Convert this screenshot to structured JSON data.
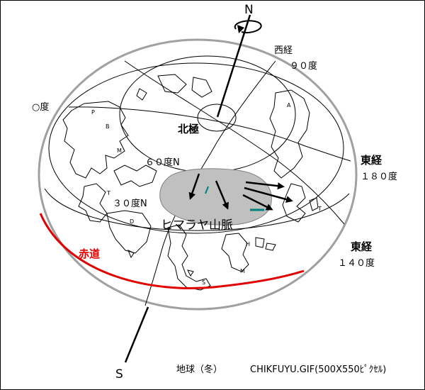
{
  "labels": {
    "north": "N",
    "south": "S",
    "west_longitude": "西経",
    "west_longitude_value": "９０度",
    "prime_meridian": "○度",
    "north_pole": "北極",
    "lat60": "６０度N",
    "lat30": "３０度N",
    "himalaya": "ヒマラヤ山脈",
    "east_longitude": "東経",
    "east180_value": "１８０度",
    "east140_value": "１４０度",
    "equator": "赤道",
    "caption_title": "地球（冬）",
    "caption_file": "CHIKFUYU.GIF(500X550ﾋﾟｸｾﾙ)"
  },
  "map_letters": {
    "p": "P",
    "b": "B",
    "m1": "M",
    "t1": "T",
    "d": "D",
    "a": "A",
    "t2": "T",
    "h": "H",
    "m2": "M",
    "s": "S"
  },
  "colors": {
    "equator": "#e00000",
    "himalaya_region": "#c0c0c0",
    "globe_rim": "#a0a0a0",
    "teal_marks": "#008080"
  }
}
